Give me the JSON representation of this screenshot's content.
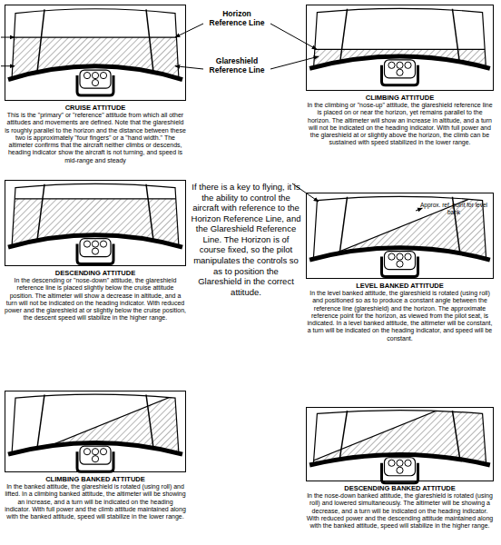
{
  "diagram": {
    "nodes": [
      {
        "text": [
          "CRUISE ATTITUDE",
          "This is the \"primary\" or \"reference\" attitude from which all other attitudes and movements are defined. Note that the glareshield is roughly parallel to the horizon and the distance between these two is approximately \"four fingers\" or a \"hand width.\" The altimeter confirms that the aircraft neither climbs or descends, heading indicator show the aircraft is not turning, and speed is mid-range and steady"
        ]
      },
      {
        "text": [
          "CLIMBING ATTITUDE",
          "In the climbing or \"nose-up\" attitude, the glareshield reference line is placed on or near the horizon, yet remains parallel to the horizon. The altimeter will show an increase in altitude, and a turn will not be indicated on the heading indicator. With full power and the glareshield at or slightly above the horizon, the climb can be sustained with speed stabilized in the lower range."
        ]
      },
      {
        "text": [
          "DESCENDING ATTITUDE",
          "In the descending or \"nose-down\" attitude, the glareshield reference line is placed slightly below the cruise attitude position. The altimeter will show a decrease in altitude, and a turn will not be indicated on the heading indicator. With reduced power and the glareshield at or slightly below the cruise position, the descent speed will stabilize in the higher range."
        ]
      },
      {
        "text": [
          "LEVEL BANKED ATTITUDE",
          "In the level banked attitude, the glareshield is rotated (using roll) and positioned so as to produce a constant angle between the reference line (glareshield) and the horizon. The approximate reference point for the horizon, as viewed from the pilot seat, is indicated. In a level banked attitude, the altimeter will be constant, a turn will be indicated on the heading indicator, and speed will be constant."
        ]
      },
      {
        "text": [
          "CLIMBING BANKED ATTITUDE",
          "In the banked attitude, the glareshield is rotated (using roll) and lifted. In a climbing banked attitude, the altimeter will be showing an increase, and a turn will be indicated on the heading indicator. With full power and the climb attitude maintained along with the banked attitude, speed will stabilize in the lower range."
        ]
      },
      {
        "text": [
          "DESCENDING BANKED ATTITUDE",
          "In the nose-down banked attitude, the glareshield is rotated (using roll) and lowered simultaneously. The altimeter will be showing a decrease, and a turn will be indicated on the heading indicator. With reduced power and the descending attitude maintained along with the banked attitude, speed will stabilize in the higher range."
        ]
      }
    ],
    "labels": [
      "Horizon Reference Line",
      "Glareshield Reference Line",
      "If there is a key to flying, it is the ability to control the aircraft with reference to the Horizon Reference Line, and the Glareshield Reference Line. The Horizon is of course fixed, so the pilot manipulates the controls so as to position the Glareshield in the correct attitude.",
      "Approx. ref. point for level bank"
    ]
  }
}
